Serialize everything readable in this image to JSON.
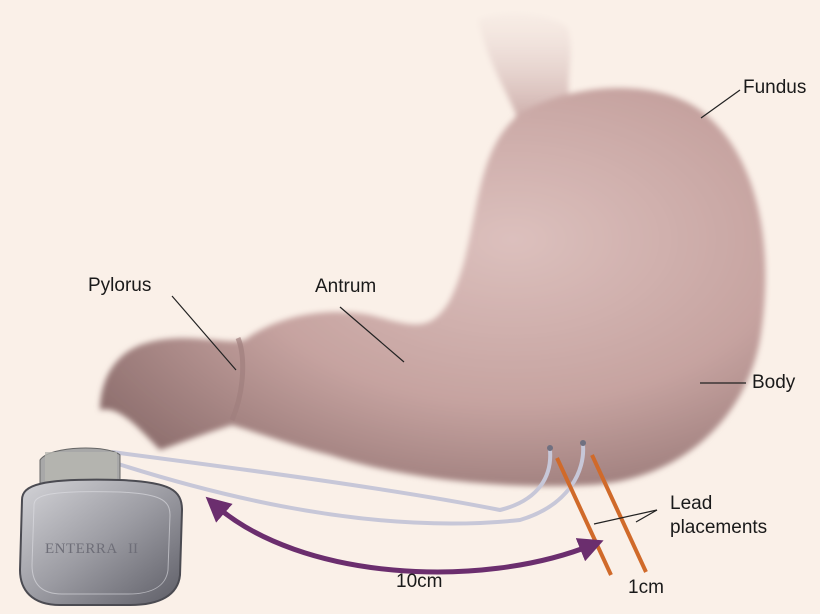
{
  "labels": {
    "fundus": "Fundus",
    "pylorus": "Pylorus",
    "antrum": "Antrum",
    "body": "Body",
    "lead_placements_line1": "Lead",
    "lead_placements_line2": "placements",
    "distance_between_leads": "1cm",
    "distance_to_pylorus": "10cm"
  },
  "device": {
    "brand_text": "ENTERRA",
    "model_text": "II"
  },
  "colors": {
    "background": "#faf0e8",
    "stomach": "#c9a4a1",
    "lead_wire": "#c7c7d8",
    "lead_marker": "#d06a2a",
    "arrow": "#6b2e6e",
    "device": "#8f8f96"
  }
}
